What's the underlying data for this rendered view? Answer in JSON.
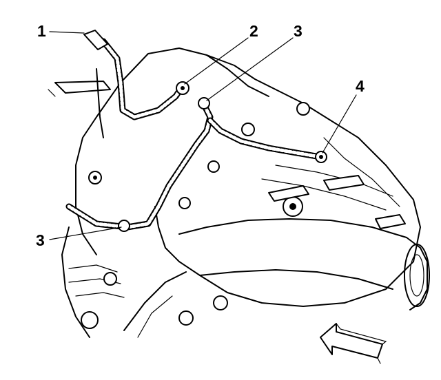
{
  "callouts": [
    {
      "id": "1",
      "label": "1"
    },
    {
      "id": "2",
      "label": "2"
    },
    {
      "id": "3a",
      "label": "3"
    },
    {
      "id": "4",
      "label": "4"
    },
    {
      "id": "3b",
      "label": "3"
    }
  ],
  "icons": {
    "direction_arrow": "front-direction-arrow-icon"
  }
}
